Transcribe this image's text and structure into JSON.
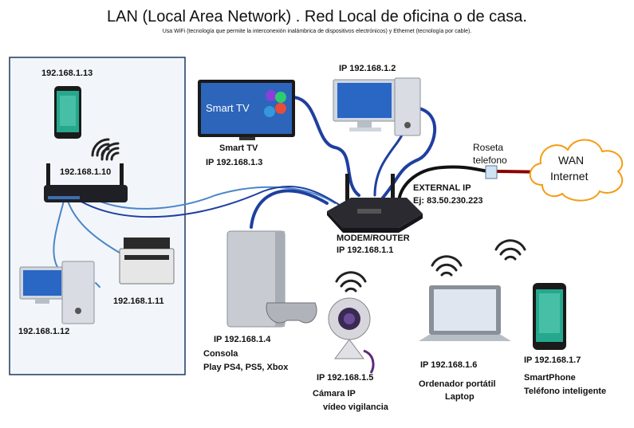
{
  "title": "LAN (Local Area Network) . Red Local de oficina o de casa.",
  "subtitle": "Usa WiFi (tecnología que permite la interconexión inalámbrica de dispositivos electrónicos) y Ethernet (tecnología por cable).",
  "devices": {
    "phone_lan": {
      "ip": "192.168.1.13"
    },
    "wifi_router": {
      "ip": "192.168.1.10"
    },
    "printer": {
      "ip": "192.168.1.11"
    },
    "desktop_lan": {
      "ip": "192.168.1.12"
    },
    "smart_tv": {
      "screen_text": "Smart TV",
      "name": "Smart TV",
      "ip": "IP 192.168.1.3"
    },
    "desktop_pc": {
      "ip": "IP 192.168.1.2"
    },
    "modem": {
      "name": "MODEM/ROUTER",
      "ip": "IP 192.168.1.1"
    },
    "external": {
      "label": "EXTERNAL IP",
      "example": "Ej: 83.50.230.223"
    },
    "roseta": {
      "line1": "Roseta",
      "line2": "telefono"
    },
    "wan": {
      "line1": "WAN",
      "line2": "Internet"
    },
    "console": {
      "ip": "IP 192.168.1.4",
      "line1": "Consola",
      "line2": "Play PS4, PS5, Xbox"
    },
    "camera": {
      "ip": "IP 192.168.1.5",
      "line1": "Cámara IP",
      "line2": "vídeo vigilancia"
    },
    "laptop": {
      "ip": "IP 192.168.1.6",
      "line1": "Ordenador portátil",
      "line2": "Laptop"
    },
    "smartphone": {
      "ip": "IP  192.168.1.7",
      "line1": "SmartPhone",
      "line2": "Teléfono inteligente"
    }
  },
  "colors": {
    "lan_box_border": "#1f3a5f",
    "lan_box_fill": "#f2f6fb",
    "cable_blue": "#1f3fa0",
    "cable_light": "#4a86c8",
    "cable_red": "#8b0000",
    "cloud_border": "#f39c12"
  }
}
